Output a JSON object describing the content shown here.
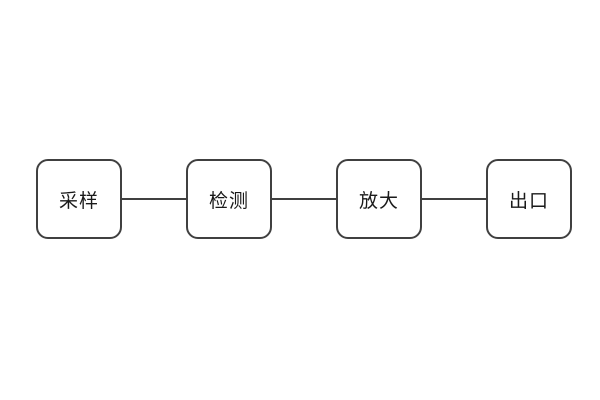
{
  "diagram": {
    "type": "flowchart",
    "direction": "horizontal",
    "nodes": [
      {
        "id": "node-1",
        "label": "采样"
      },
      {
        "id": "node-2",
        "label": "检测"
      },
      {
        "id": "node-3",
        "label": "放大"
      },
      {
        "id": "node-4",
        "label": "出口"
      }
    ],
    "connections": [
      {
        "from": "node-1",
        "to": "node-2"
      },
      {
        "from": "node-2",
        "to": "node-3"
      },
      {
        "from": "node-3",
        "to": "node-4"
      }
    ],
    "colors": {
      "background": "#ffffff",
      "node_border": "#404040",
      "connector": "#404040",
      "text": "#1a1a1a"
    }
  }
}
